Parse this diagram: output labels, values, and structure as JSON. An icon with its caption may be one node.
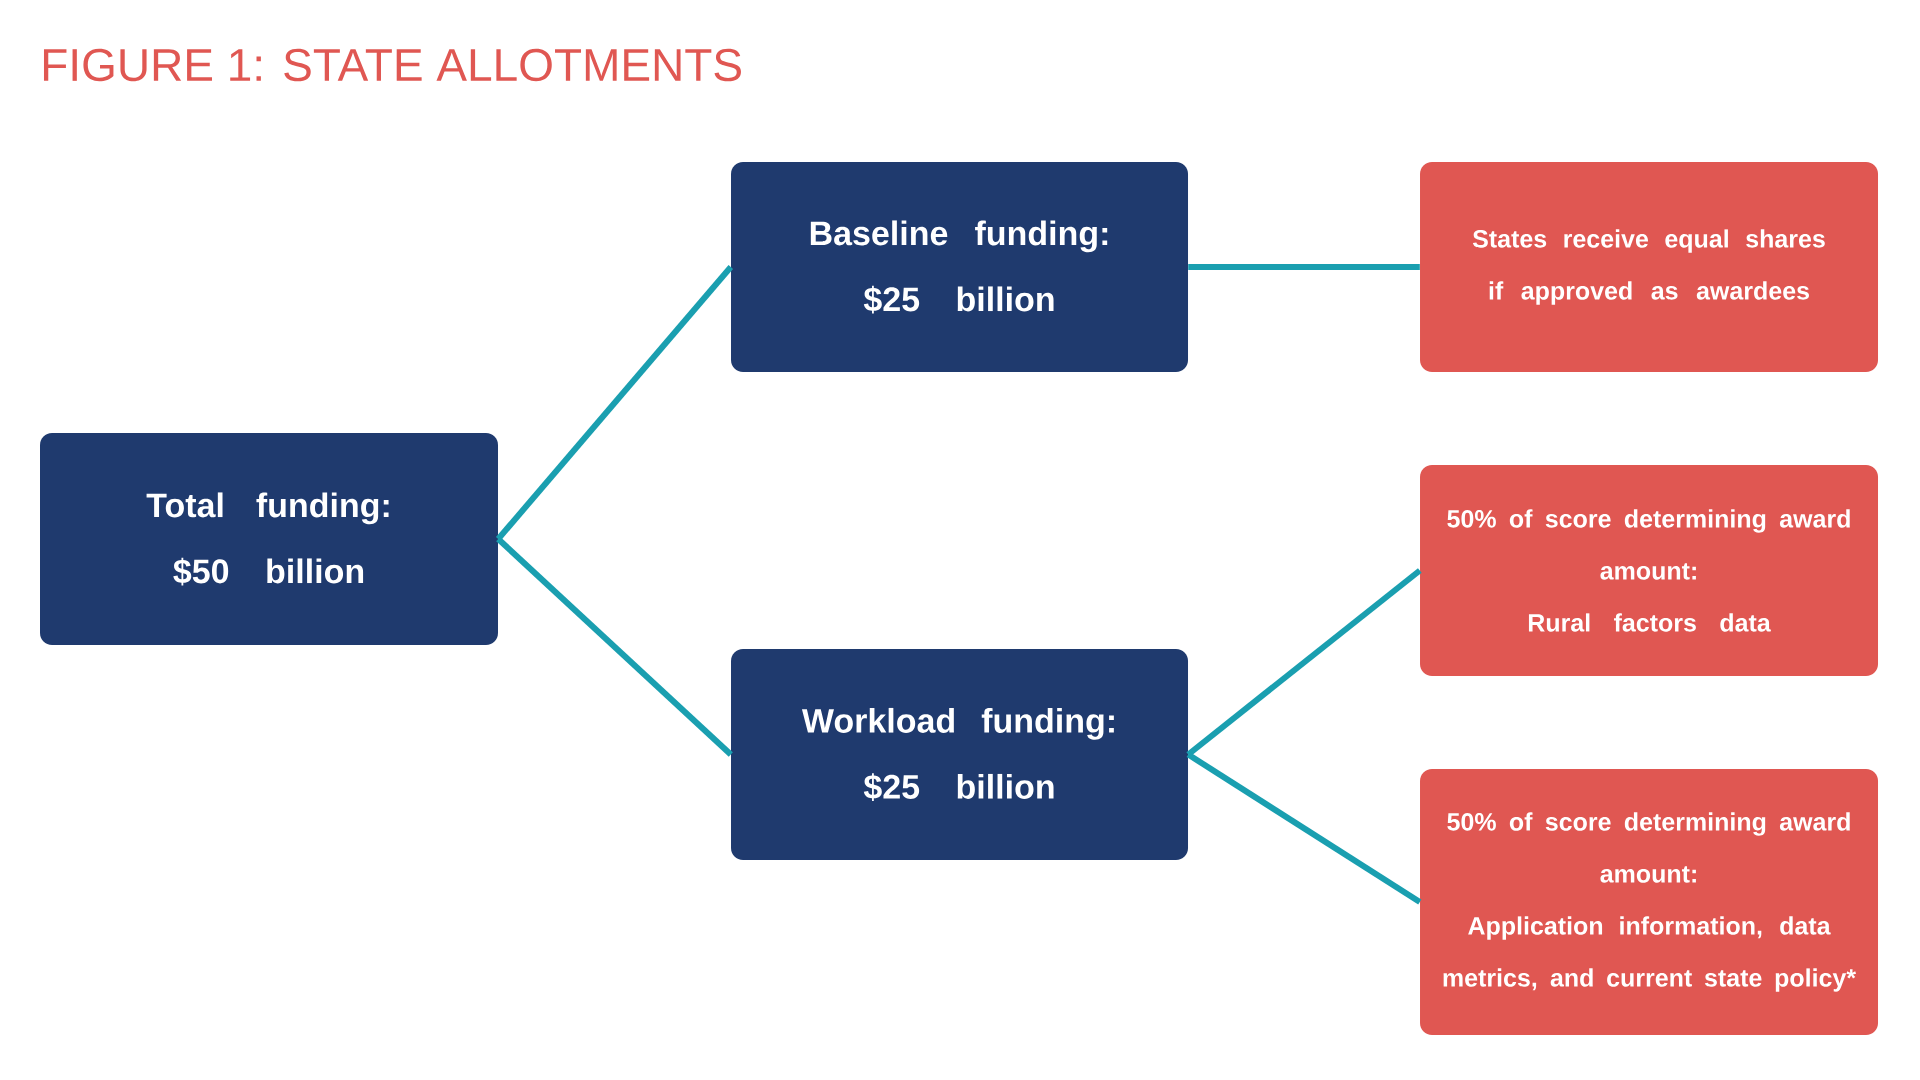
{
  "diagram": {
    "title": "FIGURE 1: STATE ALLOTMENTS",
    "nodes": [
      {
        "text": [
          "Total funding:",
          "$50 billion"
        ]
      },
      {
        "text": [
          "Baseline funding:",
          "$25 billion"
        ]
      },
      {
        "text": [
          "Workload funding:",
          "$25 billion"
        ]
      },
      {
        "text": [
          "States receive equal shares if approved as awardees"
        ]
      },
      {
        "text": [
          "50% of score determining award amount:",
          "Rural factors data"
        ]
      },
      {
        "text": [
          "50% of score determining award amount:",
          "Application information, data metrics, and current state policy*"
        ]
      }
    ],
    "edges": [
      {
        "from": 0,
        "to": 1,
        "arrow": "none"
      },
      {
        "from": 0,
        "to": 2,
        "arrow": "none"
      },
      {
        "from": 1,
        "to": 3,
        "arrow": "none"
      },
      {
        "from": 2,
        "to": 4,
        "arrow": "none"
      },
      {
        "from": 2,
        "to": 5,
        "arrow": "none"
      }
    ]
  }
}
